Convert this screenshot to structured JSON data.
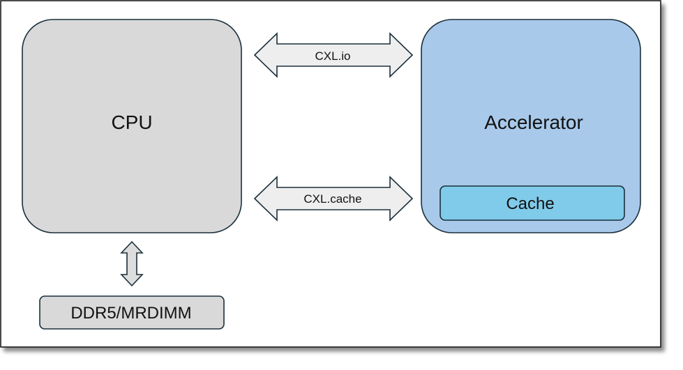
{
  "diagram": {
    "cpu": {
      "label": "CPU"
    },
    "accelerator": {
      "label": "Accelerator"
    },
    "cache": {
      "label": "Cache"
    },
    "memory": {
      "label": "DDR5/MRDIMM"
    },
    "links": {
      "io": {
        "label": "CXL.io"
      },
      "cache": {
        "label": "CXL.cache"
      }
    }
  },
  "colors": {
    "cpu_fill": "#d9d9d9",
    "accelerator_fill": "#a8c9ea",
    "cache_fill": "#7fcbe9",
    "memory_fill": "#d9d9d9",
    "arrow_fill": "#eeeeee",
    "stroke": "#1b2f3a"
  },
  "icons": {
    "link_arrows": "double-headed-arrow",
    "memory_arrow": "vertical-double-headed-arrow"
  }
}
